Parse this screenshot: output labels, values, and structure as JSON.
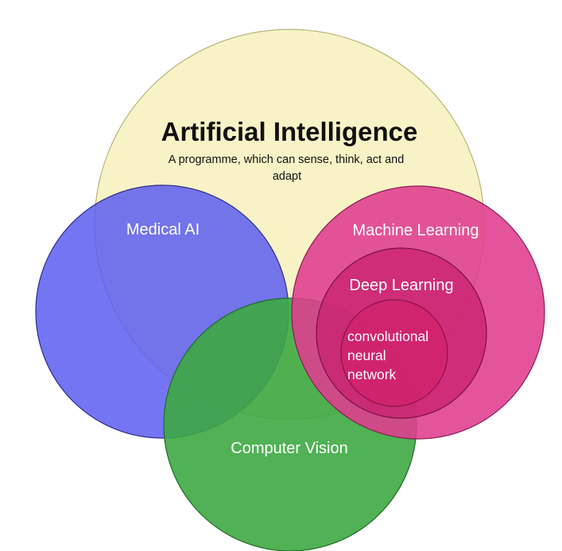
{
  "diagram": {
    "circles": [
      {
        "id": "artificial-intelligence",
        "title": "Artificial Intelligence",
        "subtitle_lines": [
          "A programme, which can sense, think, act and",
          "adapt"
        ],
        "fill": "#f5f0b8",
        "stroke": "#b9b27a"
      },
      {
        "id": "medical-ai",
        "title": "Medical AI",
        "fill": "#5d5ef0",
        "stroke": "#2e2d8a"
      },
      {
        "id": "computer-vision",
        "title": "Computer Vision",
        "fill": "#3da842",
        "stroke": "#226b27"
      },
      {
        "id": "machine-learning",
        "title": "Machine Learning",
        "fill": "#df3c8f",
        "stroke": "#8c1c55"
      },
      {
        "id": "deep-learning",
        "title": "Deep Learning",
        "fill": "#c81e6c",
        "stroke": "#7a1042"
      },
      {
        "id": "convolutional-neural-network",
        "title_lines": [
          "convolutional",
          "neural",
          "network"
        ],
        "fill": "#d3206a",
        "stroke": "#8a1346"
      }
    ]
  }
}
